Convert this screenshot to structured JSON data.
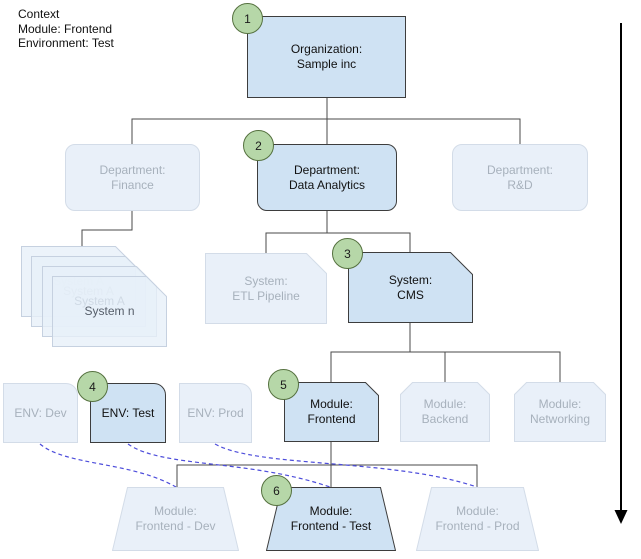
{
  "context": {
    "line1": "Context",
    "line2": "Module: Frontend",
    "line3": "Environment: Test"
  },
  "nodes": {
    "org": {
      "line1": "Organization:",
      "line2": "Sample inc",
      "badge": "1"
    },
    "dept_finance": {
      "line1": "Department:",
      "line2": "Finance"
    },
    "dept_data_analytics": {
      "line1": "Department:",
      "line2": "Data Analytics",
      "badge": "2"
    },
    "dept_rd": {
      "line1": "Department:",
      "line2": "R&D"
    },
    "system_stack": {
      "items": [
        "System A",
        "System A",
        "System A",
        "System n"
      ]
    },
    "system_etl": {
      "line1": "System:",
      "line2": "ETL Pipeline"
    },
    "system_cms": {
      "line1": "System:",
      "line2": "CMS",
      "badge": "3"
    },
    "env_dev": {
      "line1": "ENV: Dev"
    },
    "env_test": {
      "line1": "ENV: Test",
      "badge": "4"
    },
    "env_prod": {
      "line1": "ENV: Prod"
    },
    "module_frontend": {
      "line1": "Module:",
      "line2": "Frontend",
      "badge": "5"
    },
    "module_backend": {
      "line1": "Module:",
      "line2": "Backend"
    },
    "module_networking": {
      "line1": "Module:",
      "line2": "Networking"
    },
    "module_frontend_dev": {
      "line1": "Module:",
      "line2": "Frontend - Dev"
    },
    "module_frontend_test": {
      "line1": "Module:",
      "line2": "Frontend - Test",
      "badge": "6"
    },
    "module_frontend_prod": {
      "line1": "Module:",
      "line2": "Frontend - Prod"
    }
  },
  "colors": {
    "highlight_fill": "#cfe2f3",
    "muted_fill": "#e9f0f9",
    "highlight_border": "#3d3d3d",
    "muted_border": "#d3dce8",
    "muted_text": "#a7b1bc",
    "badge_fill": "#b6d7a8",
    "badge_border": "#55713f",
    "connector": "#4a4a4a",
    "dashed_link": "#4d4ddb",
    "arrow": "#000000"
  }
}
